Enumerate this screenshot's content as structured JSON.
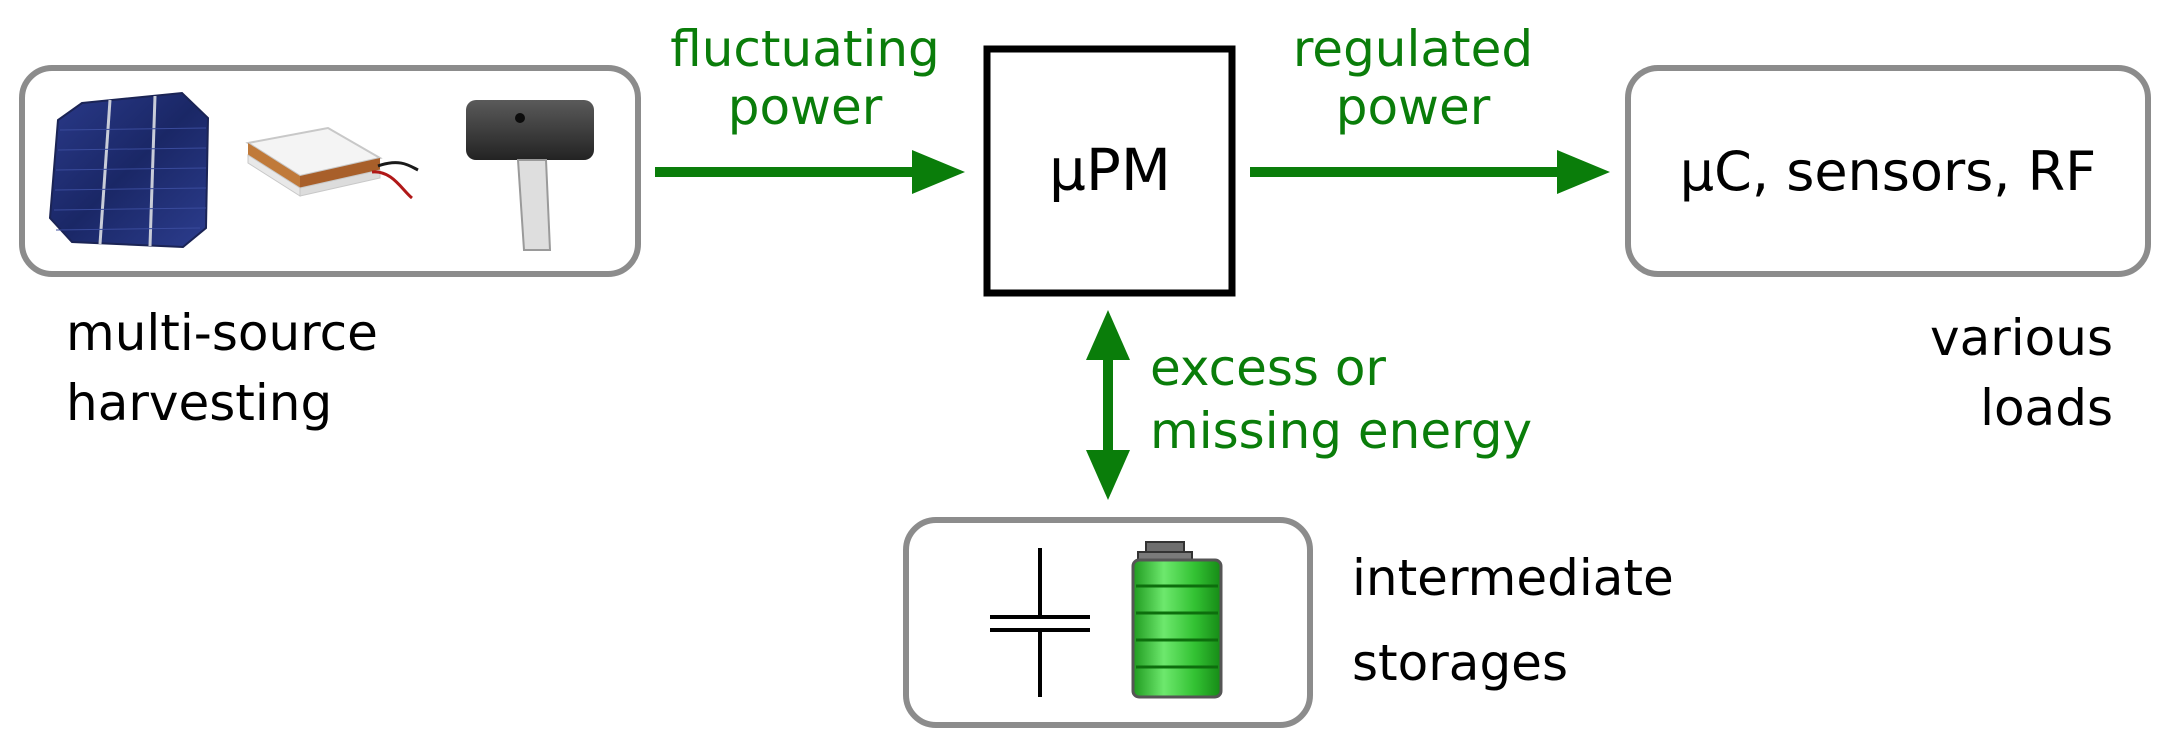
{
  "colors": {
    "arrow": "#0a7d0a",
    "box_border": "#8c8c8c",
    "pm_border": "#000000",
    "battery_green": "#35c035"
  },
  "pm_block": {
    "label": "µPM"
  },
  "sources": {
    "caption_line1": "multi-source",
    "caption_line2": "harvesting",
    "icons": [
      "solar-cell-icon",
      "thermoelectric-generator-icon",
      "piezo-harvester-icon"
    ]
  },
  "input_arrow": {
    "line1": "fluctuating",
    "line2": "power"
  },
  "output_arrow": {
    "line1": "regulated",
    "line2": "power"
  },
  "loads": {
    "label": "µC, sensors, RF",
    "caption_line1": "various",
    "caption_line2": "loads"
  },
  "storage_arrow": {
    "line1": "excess or",
    "line2": "missing energy"
  },
  "storage": {
    "caption_line1": "intermediate",
    "caption_line2": "storages",
    "icons": [
      "capacitor-icon",
      "battery-icon"
    ]
  }
}
